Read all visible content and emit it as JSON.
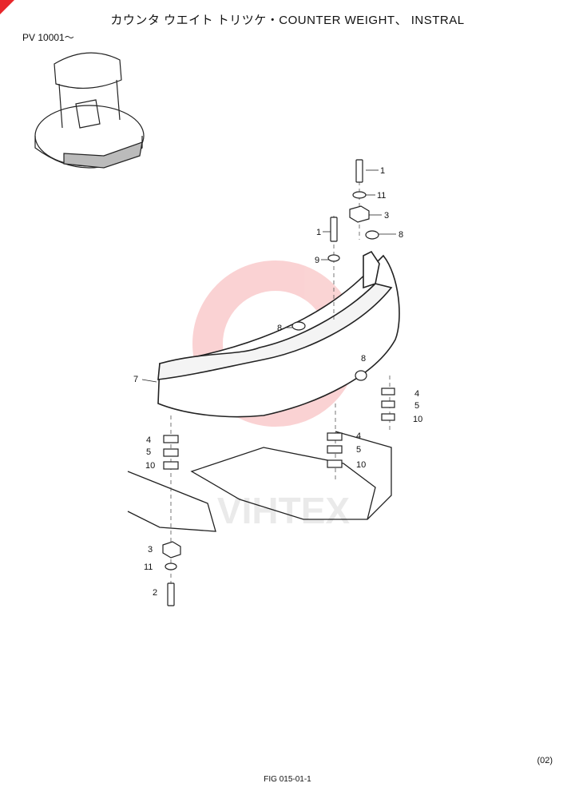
{
  "header": {
    "title": "カウンタ ウエイト トリツケ・COUNTER WEIGHT、 INSTRAL",
    "serial": "PV 10001〜"
  },
  "footer": {
    "page_code": "(02)",
    "figure": "FIG 015-01-1"
  },
  "watermark": {
    "text": "VIHTEX",
    "color": "#e8262a"
  },
  "colors": {
    "corner_mark": "#e8262a",
    "line": "#222222"
  },
  "callouts": {
    "top_bolt": "1",
    "top_collar": "11",
    "top_block": "3",
    "right_cap_top": "8",
    "left_bolt": "1",
    "left_washer": "9",
    "center_cap": "8",
    "right_cap_mid": "8",
    "weight": "7",
    "right_shim_a": "4",
    "right_shim_b": "5",
    "right_shim_c": "10",
    "center_shim_a": "4",
    "center_shim_b": "5",
    "center_shim_c": "10",
    "left_shim_a": "4",
    "left_shim_b": "5",
    "left_shim_c": "10",
    "bottom_block": "3",
    "bottom_collar": "11",
    "bottom_bolt": "2"
  }
}
